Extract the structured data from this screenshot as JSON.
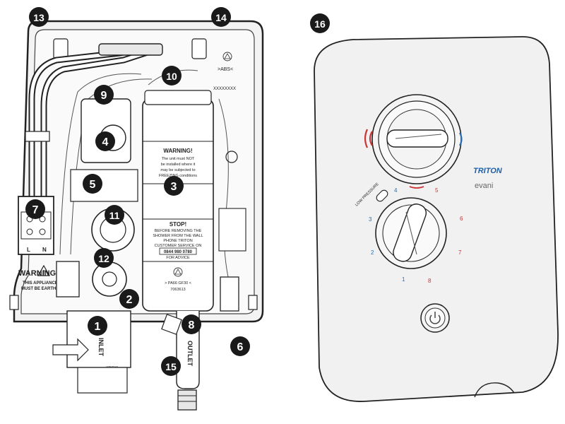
{
  "callouts": {
    "c1": "1",
    "c2": "2",
    "c3": "3",
    "c4": "4",
    "c5": "5",
    "c6": "6",
    "c7": "7",
    "c8": "8",
    "c9": "9",
    "c10": "10",
    "c11": "11",
    "c12": "12",
    "c13": "13",
    "c14": "14",
    "c15": "15",
    "c16": "16"
  },
  "internal_labels": {
    "abs_mark": ">ABS<",
    "serial_mark": "XXXXXXXX",
    "warning_title": "WARNING!",
    "warning_line1": "The unit must NOT",
    "warning_line2": "be installed where it",
    "warning_line3": "may be subjected to",
    "warning_line4": "FREEZING conditions",
    "stop_title": "STOP!",
    "stop_line1": "BEFORE REMOVING THE",
    "stop_line2": "SHOWER FROM THE WALL",
    "stop_line3": "PHONE TRITON",
    "stop_line4": "CUSTOMER SERVICE ON",
    "stop_phone": "0844 980 0780",
    "stop_line5": "FOR ADVICE",
    "material_mark": "> PA66 GF30 <",
    "part_number": "7063613",
    "earth_warning_title": "WARNING",
    "earth_warning_line1": "THIS APPLIANCE",
    "earth_warning_line2": "MUST BE EARTH",
    "terminal_l": "L",
    "terminal_n": "N",
    "inlet_label": "INLET",
    "outlet_label": "OUTLET",
    "small_mark": "XPGW"
  },
  "front_panel": {
    "brand": "TRITON",
    "model": "evani",
    "low_pressure": "LOW PRESSURE",
    "scale": [
      "1",
      "2",
      "3",
      "4",
      "5",
      "6",
      "7",
      "8"
    ]
  },
  "colors": {
    "callout_fill": "#1a1a1a",
    "line": "#222222",
    "panel_gray": "#f1f1f1",
    "cool_blue": "#2a6db5",
    "hot_red": "#cc3333",
    "brand_blue": "#1f5fa8"
  }
}
